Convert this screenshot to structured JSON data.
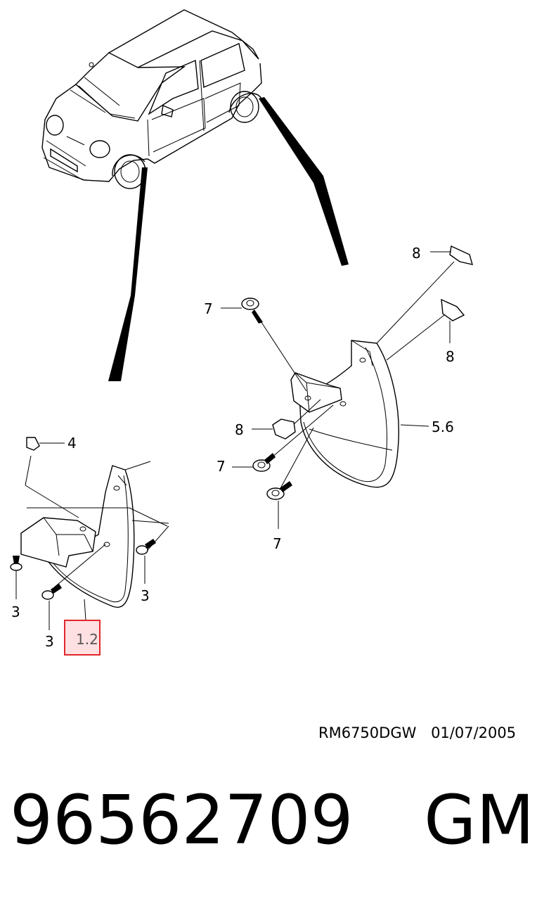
{
  "callouts": {
    "c1": "8",
    "c2": "7",
    "c3": "8",
    "c4": "8",
    "c5": "5.6",
    "c6": "7",
    "c7": "7",
    "c8": "4",
    "c9": "3",
    "c10": "3",
    "c11": "3",
    "c12": "1.2"
  },
  "highlight": {
    "color": "#e0262b",
    "fill": "#ffe0e2"
  },
  "doc": {
    "code": "RM6750DGW",
    "date": "01/07/2005"
  },
  "footer": {
    "part_number": "96562709",
    "brand": "GM"
  }
}
